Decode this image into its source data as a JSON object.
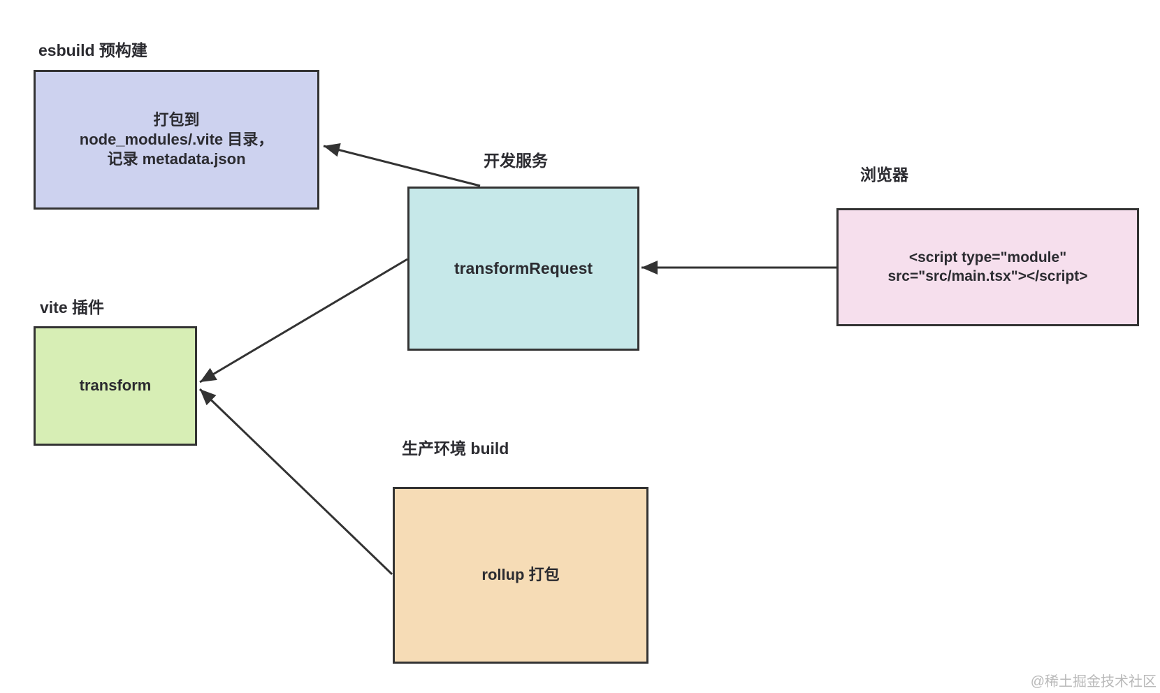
{
  "page": {
    "background": "#ffffff",
    "watermark_text": "@稀土掘金技术社区",
    "watermark_color": "#b9b9b9"
  },
  "palette": {
    "box_border": "#333333",
    "box_text": "#2b2b30",
    "arrow_stroke": "#333333"
  },
  "nodes": {
    "esbuild_prebundle": {
      "label": "esbuild 预构建",
      "fill": "#cdd2ef",
      "lines": [
        "打包到",
        "node_modules/.vite 目录，",
        "记录 metadata.json"
      ]
    },
    "dev_server": {
      "label": "开发服务",
      "fill": "#c6e8e9",
      "text": "transformRequest"
    },
    "browser": {
      "label": "浏览器",
      "fill": "#f6dfed",
      "lines": [
        "<script type=\"module\"",
        "src=\"src/main.tsx\"></script>"
      ]
    },
    "vite_plugin": {
      "label": "vite 插件",
      "fill": "#d7eeb5",
      "text": "transform"
    },
    "prod_build": {
      "label": "生产环境 build",
      "fill": "#f6dcb6",
      "text": "rollup 打包"
    }
  },
  "edges": [
    {
      "id": "dev-server-to-esbuild",
      "from": "dev_server",
      "to": "esbuild_prebundle"
    },
    {
      "id": "browser-to-dev-server",
      "from": "browser",
      "to": "dev_server"
    },
    {
      "id": "dev-server-to-vite-plugin",
      "from": "dev_server",
      "to": "vite_plugin"
    },
    {
      "id": "prod-build-to-vite-plugin",
      "from": "prod_build",
      "to": "vite_plugin"
    }
  ]
}
